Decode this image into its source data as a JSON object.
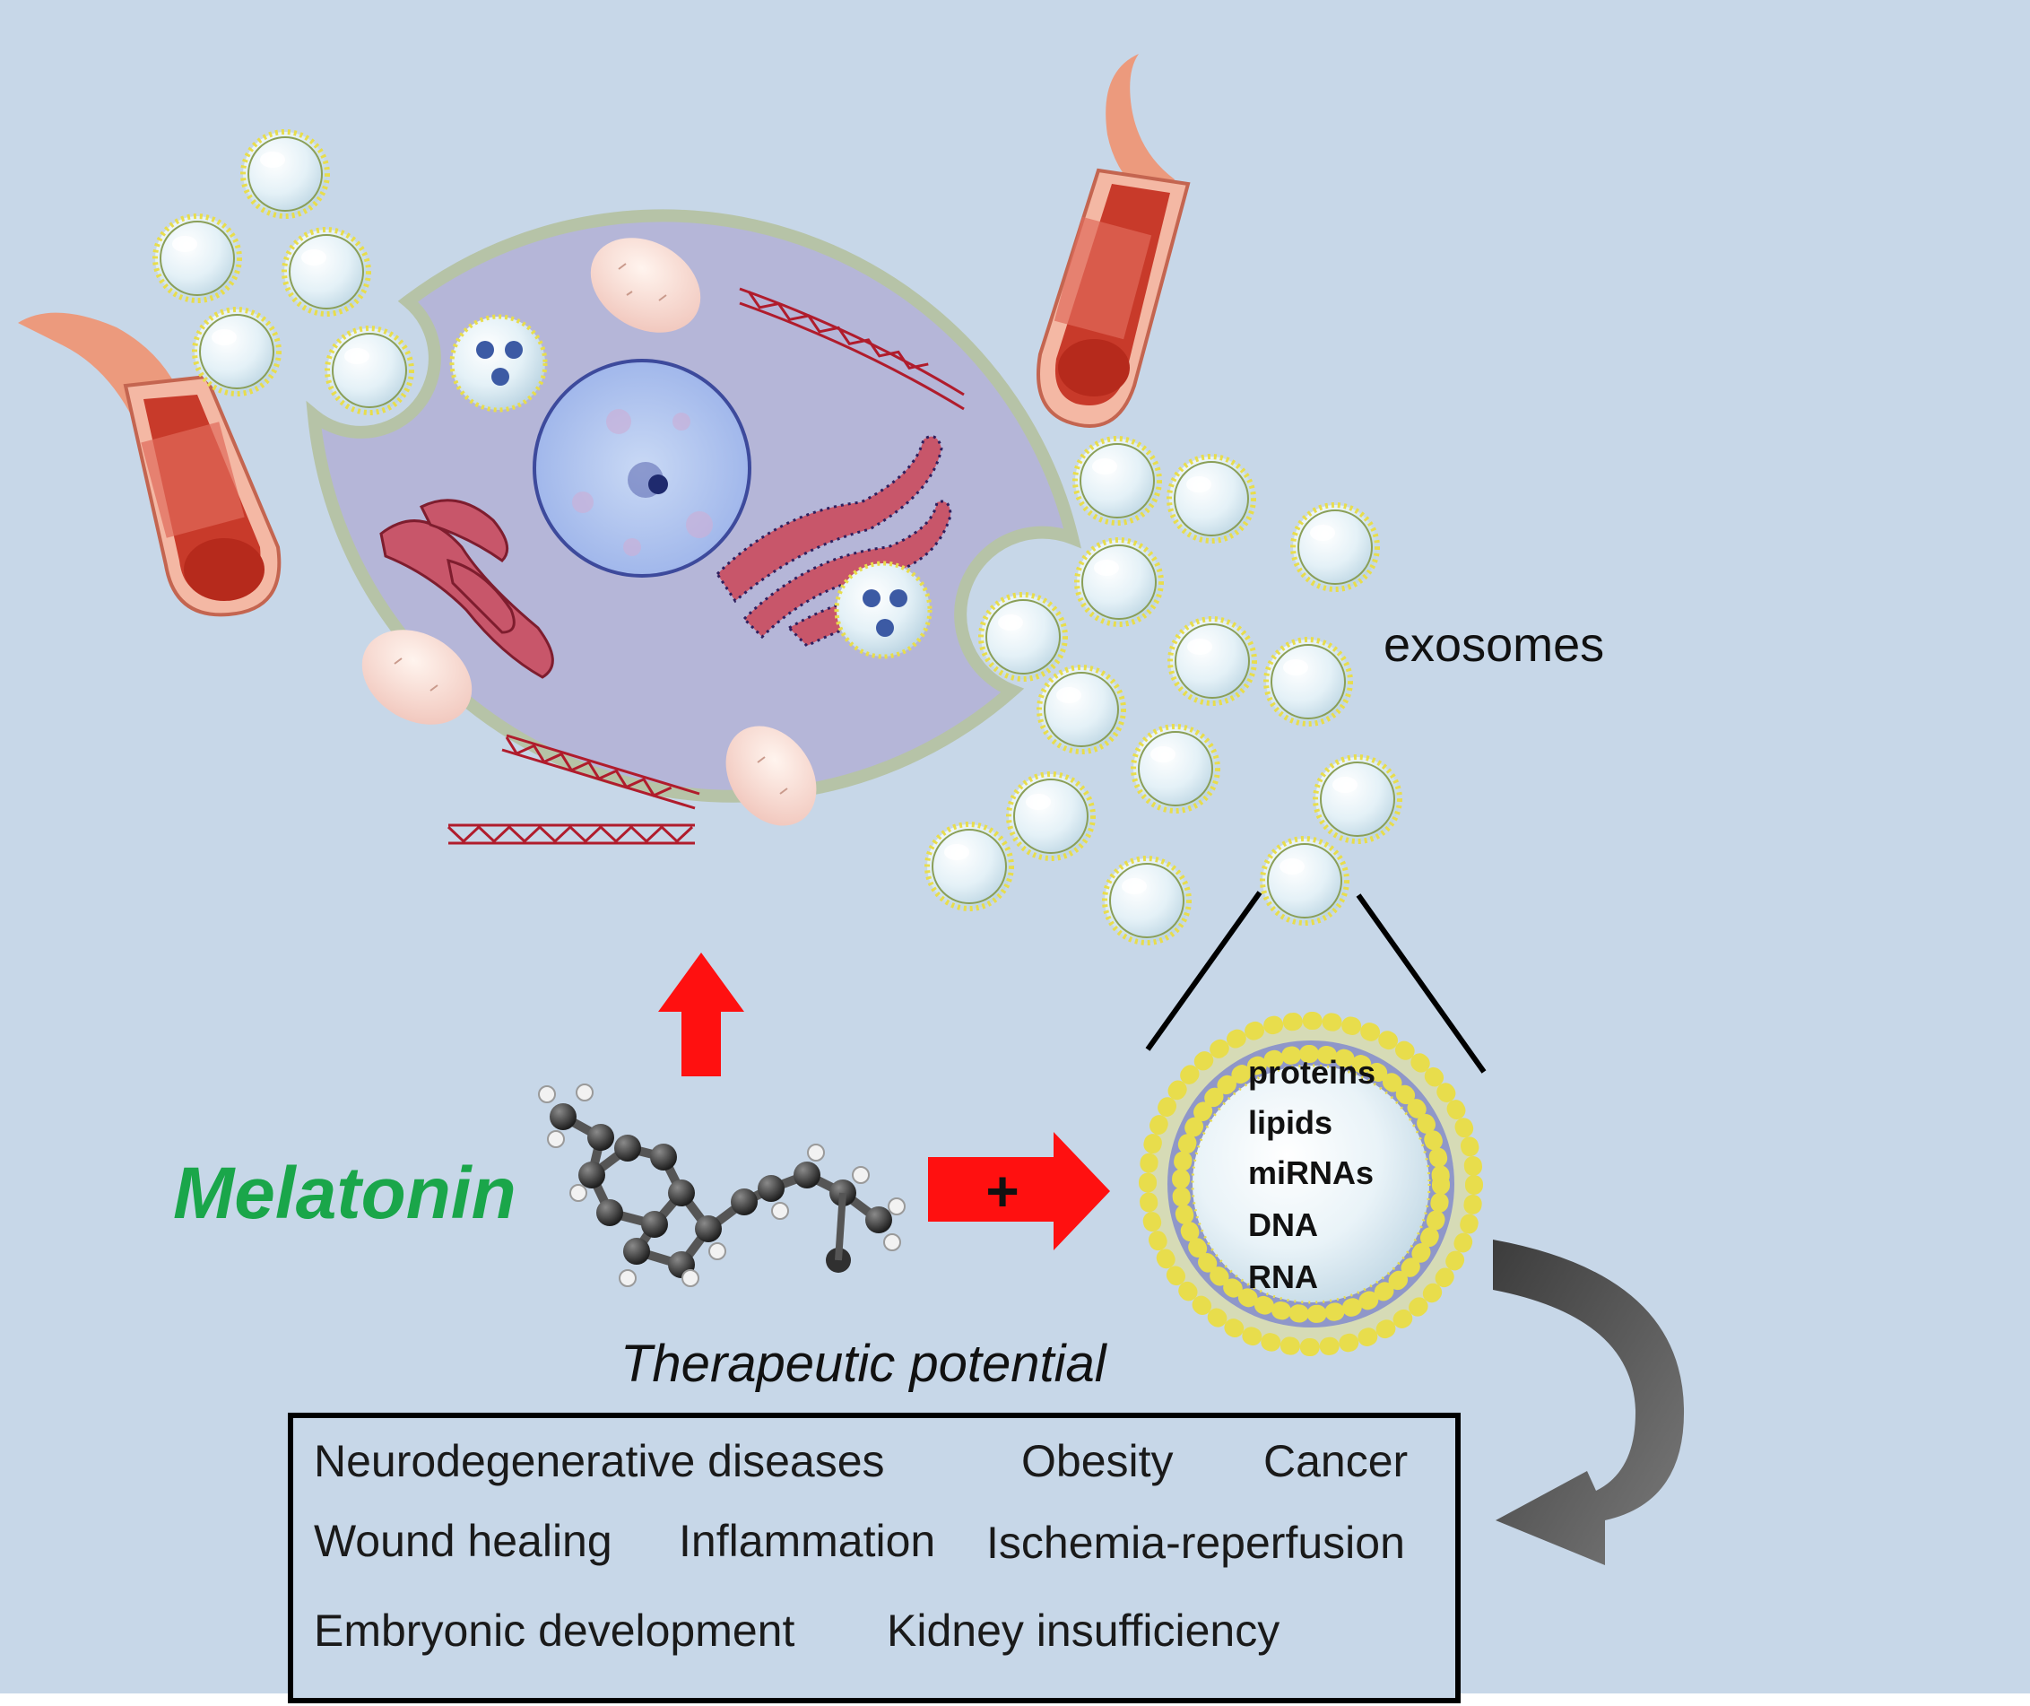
{
  "labels": {
    "exosomes": "exosomes",
    "melatonin": "Melatonin",
    "therapeutic": "Therapeutic potential",
    "plus": "+"
  },
  "cargo": [
    "proteins",
    "lipids",
    "miRNAs",
    "DNA",
    "RNA"
  ],
  "diseases": [
    "Neurodegenerative diseases",
    "Obesity",
    "Cancer",
    "Wound healing",
    "Inflammation",
    "Ischemia-reperfusion",
    "Embryonic development",
    "Kidney insufficiency"
  ],
  "colors": {
    "background": "#c7d7e8",
    "melatonin_text": "#1aa64a",
    "arrow": "#ff1010",
    "cell_membrane": "#b6c3a7",
    "cell_cytoplasm": "#b5b6d8",
    "exosome_dots": "#e8dd4c",
    "curved_arrow": "#555555"
  }
}
